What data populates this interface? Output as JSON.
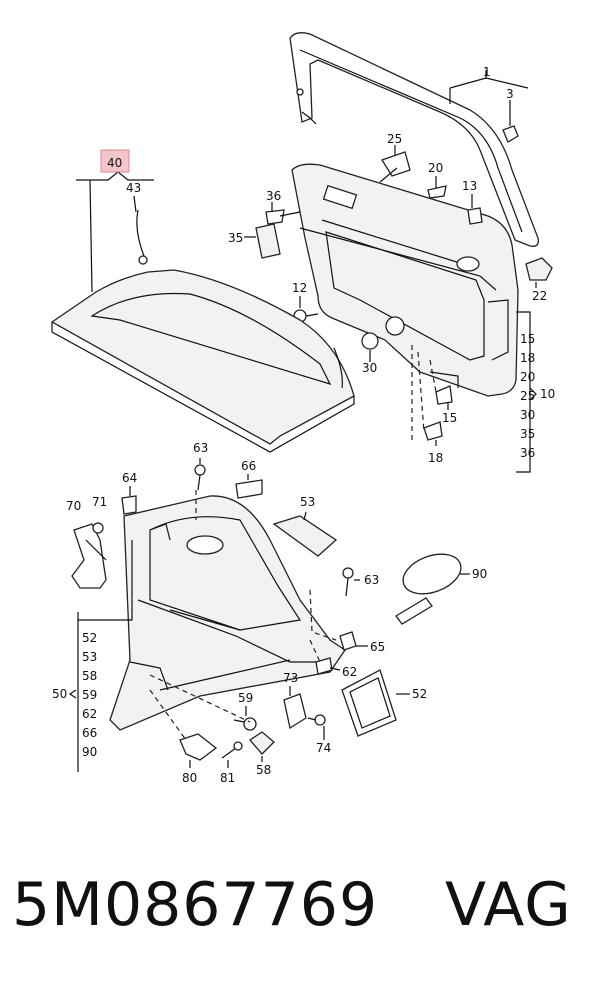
{
  "diagram": {
    "highlight_color": "#f4c6cc",
    "callouts": {
      "c1": "1",
      "c3": "3",
      "c25": "25",
      "c20": "20",
      "c13": "13",
      "c36": "36",
      "c35": "35",
      "c22": "22",
      "c12": "12",
      "c30": "30",
      "c15": "15",
      "c18": "18",
      "c40": "40",
      "c43": "43",
      "c63a": "63",
      "c66": "66",
      "c64": "64",
      "c70": "70",
      "c71": "71",
      "c53": "53",
      "c63b": "63",
      "c90": "90",
      "c65": "65",
      "c62": "62",
      "c52": "52",
      "c73": "73",
      "c59": "59",
      "c74": "74",
      "c80": "80",
      "c81": "81",
      "c58": "58",
      "c10": "10",
      "c50": "50"
    },
    "group10": [
      "15",
      "18",
      "20",
      "25",
      "30",
      "35",
      "36"
    ],
    "group50": [
      "52",
      "53",
      "58",
      "59",
      "62",
      "66",
      "90"
    ]
  },
  "caption": {
    "part_number": "5M0867769",
    "brand": "VAG"
  }
}
